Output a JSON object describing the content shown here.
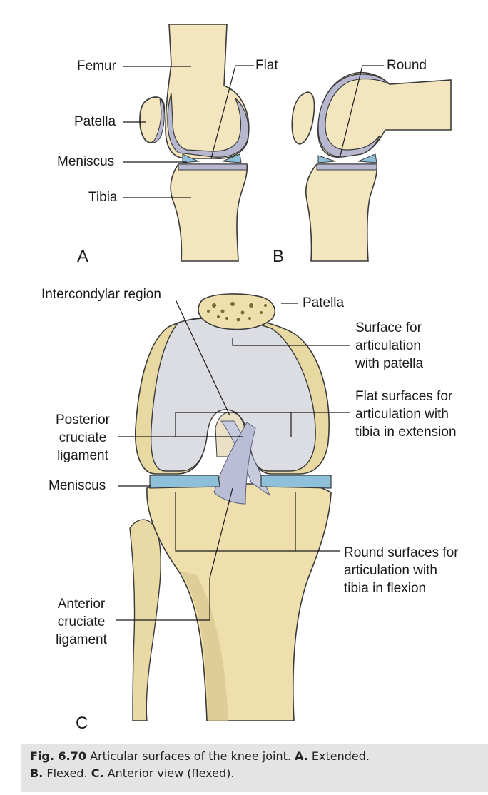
{
  "panels": {
    "a": "A",
    "b": "B",
    "c": "C"
  },
  "labels_ab": {
    "femur": "Femur",
    "patella": "Patella",
    "meniscus": "Meniscus",
    "tibia": "Tibia",
    "flat": "Flat",
    "round": "Round"
  },
  "labels_c": {
    "intercondylar": "Intercondylar region",
    "patella": "Patella",
    "surface_patella": "Surface for\narticulation\nwith patella",
    "flat_surfaces": "Flat surfaces for\narticulation with\ntibia in extension",
    "posterior_cruciate": "Posterior\ncruciate\nligament",
    "meniscus": "Meniscus",
    "round_surfaces": "Round surfaces for\narticulation with\ntibia in flexion",
    "anterior_cruciate": "Anterior\ncruciate\nligament"
  },
  "caption": {
    "fig_label": "Fig. 6.70",
    "title": "Articular surfaces of the knee joint.",
    "a_key": "A.",
    "a_text": "Extended.",
    "b_key": "B.",
    "b_text": "Flexed.",
    "c_key": "C.",
    "c_text": "Anterior view (flexed)."
  },
  "colors": {
    "bone": "#f3e6be",
    "cartilage": "#b7b7cf",
    "meniscus": "#8fc0da",
    "condyle": "#dcdde2",
    "shadow_bone": "#d8c48e"
  }
}
